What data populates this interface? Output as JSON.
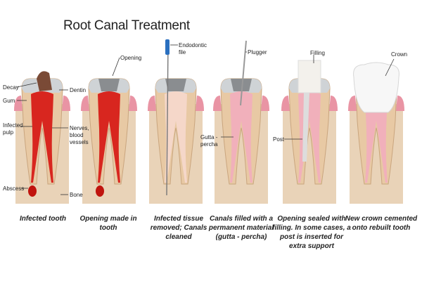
{
  "title": "Root Canal Treatment",
  "colors": {
    "gum": "#e994a4",
    "bone": "#e9d3b8",
    "dentin": "#e8c9a4",
    "enamel": "#cfd3d6",
    "pulp": "#d8261f",
    "gutta": "#f1b0bb",
    "filling": "#f3f1ec",
    "instrument": "#2a6fbf"
  },
  "labels": {
    "decay": "Decay",
    "gum": "Gum",
    "infected_pulp": "Infected pulp",
    "abscess": "Abscess",
    "dentin": "Dentin",
    "nerves": "Nerves, blood vessels",
    "bone": "Bone",
    "opening": "Opening",
    "endodontic_file": "Endodontic file",
    "plugger": "Plugger",
    "gutta_percha": "Gutta - percha",
    "filling": "Filling",
    "post": "Post",
    "crown": "Crown"
  },
  "steps": [
    {
      "caption": "Infected tooth"
    },
    {
      "caption": "Opening made in tooth"
    },
    {
      "caption": "Infected tissue removed; Canals cleaned"
    },
    {
      "caption": "Canals filled with a permanent material (gutta - percha)"
    },
    {
      "caption": "Opening sealed with filling. In some cases, a post is inserted for extra support"
    },
    {
      "caption": "New crown cemented onto rebuilt tooth"
    }
  ]
}
